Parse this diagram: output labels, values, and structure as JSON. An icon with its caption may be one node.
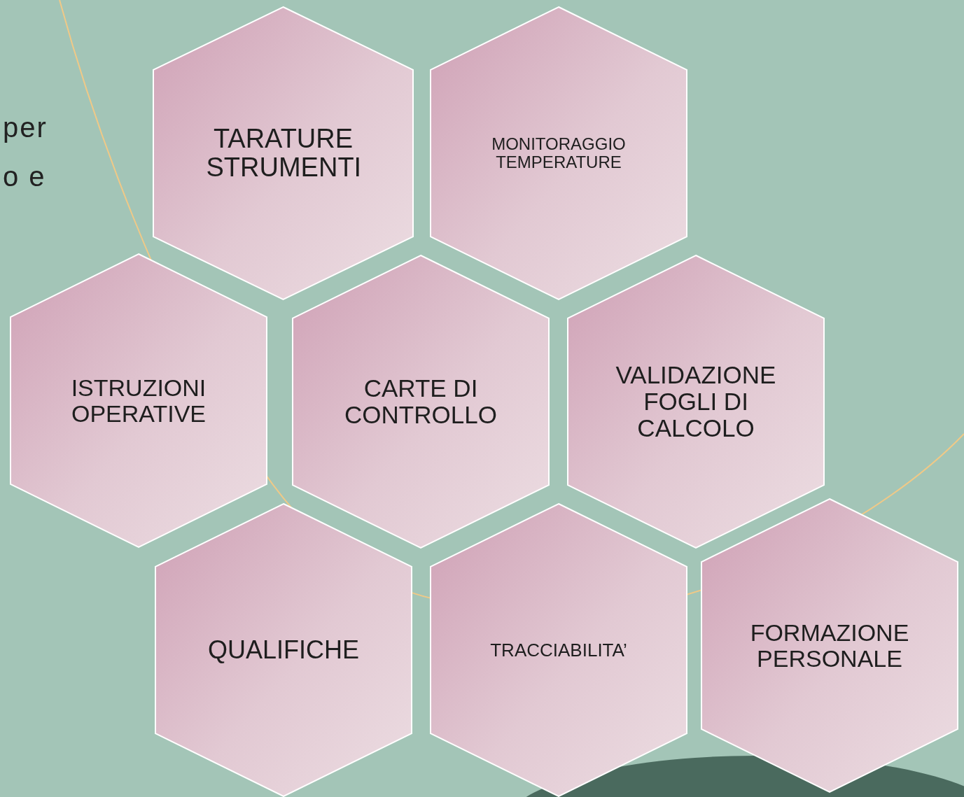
{
  "diagram": {
    "nodes": [
      {
        "text": [
          "TARATURE STRUMENTI"
        ]
      },
      {
        "text": [
          "MONITORAGGIO TEMPERATURE"
        ]
      },
      {
        "text": [
          "ISTRUZIONI OPERATIVE"
        ]
      },
      {
        "text": [
          "CARTE DI CONTROLLO"
        ]
      },
      {
        "text": [
          "VALIDAZIONE FOGLI DI CALCOLO"
        ]
      },
      {
        "text": [
          "QUALIFICHE"
        ]
      },
      {
        "text": [
          "TRACCIABILITA’"
        ]
      },
      {
        "text": [
          "FORMAZIONE PERSONALE"
        ]
      }
    ],
    "labels": [
      "per",
      "o e"
    ]
  }
}
